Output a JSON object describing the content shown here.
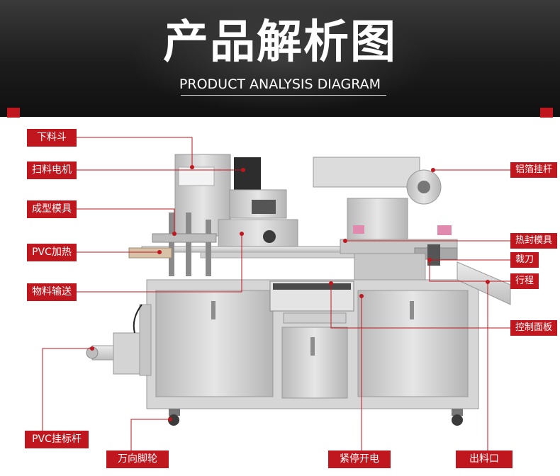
{
  "header": {
    "title": "产品解析图",
    "subtitle": "PRODUCT ANALYSIS DIAGRAM"
  },
  "labels": {
    "left": [
      "下料斗",
      "扫料电机",
      "成型模具",
      "PVC加热",
      "物料输送",
      "PVC挂标杆"
    ],
    "right": [
      "铝箔挂杆",
      "热封模具",
      "裁刀",
      "行程",
      "控制面板",
      "出料口"
    ],
    "bottom": [
      "万向脚轮",
      "紧停开电"
    ]
  },
  "colors": {
    "accent": "#c0161d",
    "banner": "#1c1c1c",
    "steel": "#c9c9c9"
  }
}
